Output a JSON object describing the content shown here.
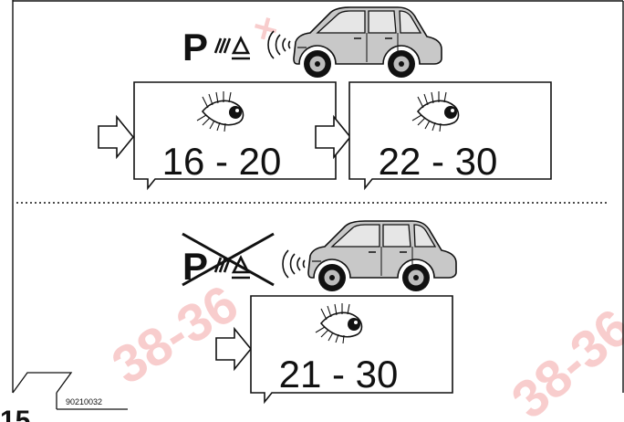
{
  "section_top": {
    "sensor_symbol": "P",
    "ranges": [
      "16 - 20",
      "22 - 30"
    ]
  },
  "section_bottom": {
    "sensor_symbol": "P",
    "ranges": [
      "21 - 30"
    ]
  },
  "figure_code": "90210032",
  "page_number_fragment": "15",
  "watermark": "38-36"
}
